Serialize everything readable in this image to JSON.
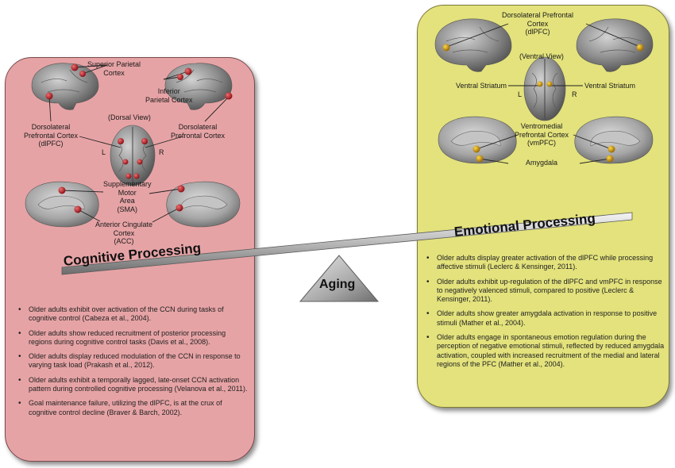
{
  "cognitive": {
    "heading": "Cognitive Processing",
    "labels": {
      "superior_parietal": "Superior Parietal\nCortex",
      "inferior_parietal": "Inferior\nParietal Cortex",
      "dlpfc_left": "Dorsolateral\nPrefrontal Cortex\n(dlPFC)",
      "dlpfc_right": "Dorsolateral\nPrefrontal Cortex",
      "dorsal_view": "(Dorsal View)",
      "l": "L",
      "r": "R",
      "sma": "Supplementary\nMotor\nArea\n(SMA)",
      "acc": "Anterior Cingulate\nCortex\n(ACC)"
    },
    "bullets": [
      "Older adults exhibit over activation  of the CCN during tasks of cognitive control (Cabeza et al., 2004).",
      "Older adults show reduced recruitment of posterior processing regions during cognitive control tasks  (Davis et al., 2008).",
      "Older adults display reduced modulation of the CCN in response to varying task load (Prakash et al., 2012).",
      "Older adults exhibit a temporally lagged, late-onset CCN activation pattern during controlled cognitive processing (Velanova et al., 2011).",
      "Goal maintenance failure, utilizing the dlPFC, is at the crux of cognitive control decline (Braver & Barch, 2002)."
    ]
  },
  "emotional": {
    "heading": "Emotional Processing",
    "labels": {
      "dlpfc": "Dorsolateral Prefrontal\nCortex\n(dlPFC)",
      "ventral_view": "(Ventral View)",
      "ventral_striatum_left": "Ventral Striatum",
      "ventral_striatum_right": "Ventral Striatum",
      "l": "L",
      "r": "R",
      "vmpfc": "Ventromedial\nPrefrontal Cortex\n(vmPFC)",
      "amygdala": "Amygdala"
    },
    "bullets": [
      "Older adults display greater activation  of the dlPFC while processing affective stimuli  (Leclerc & Kensinger, 2011).",
      "Older adults exhibit up-regulation of the dlPFC and vmPFC in response to negatively valenced stimuli, compared to positive (Leclerc & Kensinger, 2011).",
      "Older adults show greater amygdala activation in response to positive stimuli  (Mather et al., 2004).",
      "Older adults engage in spontaneous emotion regulation during the perception of negative emotional stimuli,  reflected by reduced amygdala activation, coupled with increased recruitment of the medial and lateral regions of the PFC (Mather et al., 2004)."
    ]
  },
  "fulcrum": {
    "label": "Aging"
  },
  "colors": {
    "cognitive_panel": "#e6a3a5",
    "emotional_panel": "#e3e27c",
    "cognitive_marker": "#b0202a",
    "emotional_marker": "#c9920f",
    "brain": "#8a8a8a"
  }
}
